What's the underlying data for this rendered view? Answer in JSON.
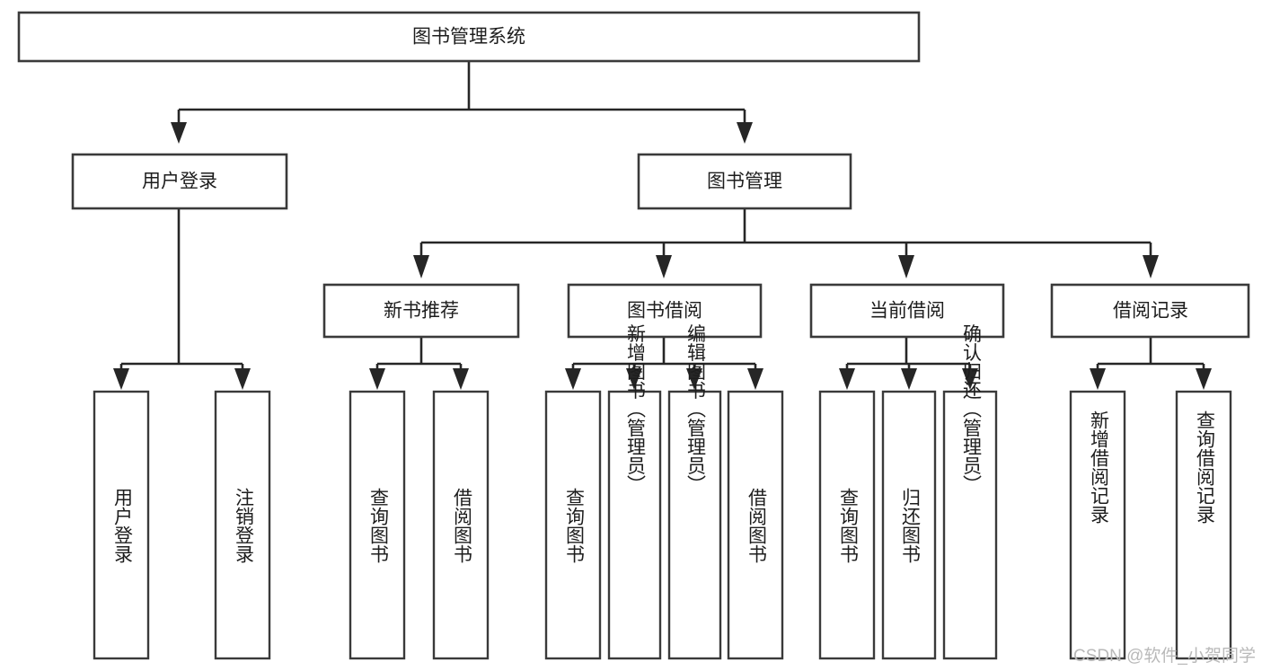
{
  "diagram": {
    "title": "图书管理系统",
    "type": "tree",
    "root": {
      "id": "root",
      "label": "图书管理系统"
    },
    "level2": [
      {
        "id": "user-login",
        "label": "用户登录"
      },
      {
        "id": "book-manage",
        "label": "图书管理"
      }
    ],
    "level3": [
      {
        "id": "new-book-recommend",
        "label": "新书推荐",
        "parent": "book-manage"
      },
      {
        "id": "book-borrow",
        "label": "图书借阅",
        "parent": "book-manage"
      },
      {
        "id": "current-borrow",
        "label": "当前借阅",
        "parent": "book-manage"
      },
      {
        "id": "borrow-record",
        "label": "借阅记录",
        "parent": "book-manage"
      }
    ],
    "leaves": {
      "user_login": [
        {
          "id": "leaf-user-login",
          "label": "用户登录"
        },
        {
          "id": "leaf-logout-login",
          "label": "注销登录"
        }
      ],
      "new_book_recommend": [
        {
          "id": "leaf-query-book-1",
          "label": "查询图书"
        },
        {
          "id": "leaf-borrow-book-1",
          "label": "借阅图书"
        }
      ],
      "book_borrow": [
        {
          "id": "leaf-query-book-2",
          "label": "查询图书"
        },
        {
          "id": "leaf-add-book",
          "label": "新增图书（管理员）"
        },
        {
          "id": "leaf-edit-book",
          "label": "编辑图书（管理员）"
        },
        {
          "id": "leaf-borrow-book-2",
          "label": "借阅图书"
        }
      ],
      "current_borrow": [
        {
          "id": "leaf-query-book-3",
          "label": "查询图书"
        },
        {
          "id": "leaf-return-book",
          "label": "归还图书"
        },
        {
          "id": "leaf-confirm-return",
          "label": "确认归还（管理员）"
        }
      ],
      "borrow_record": [
        {
          "id": "leaf-add-record",
          "label": "新增借阅记录"
        },
        {
          "id": "leaf-query-record",
          "label": "查询借阅记录"
        }
      ]
    },
    "colors": {
      "box_stroke": "#3a3a3a",
      "connector": "#262626",
      "background": "#ffffff",
      "text": "#1d1d1d",
      "watermark": "#b9b9b9"
    }
  },
  "watermark": {
    "text": "CSDN @软件_小贺同学"
  }
}
